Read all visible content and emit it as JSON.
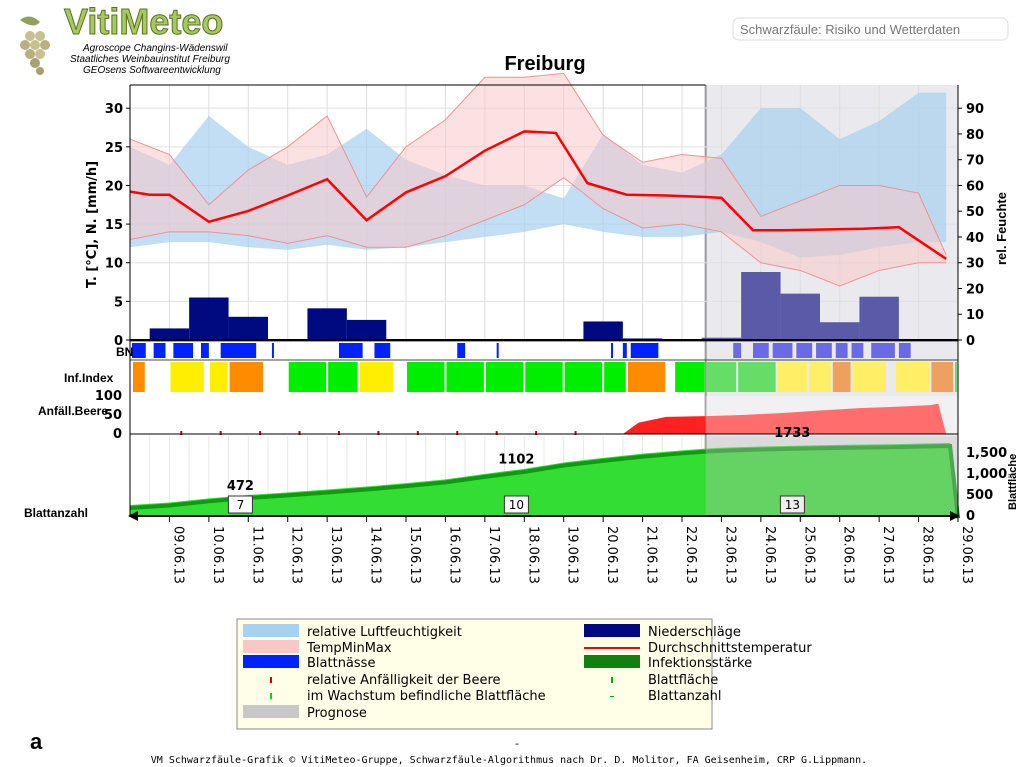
{
  "header": {
    "logo_text": "VitiMeteo",
    "org_lines": [
      "Agroscope Changins-Wädenswil",
      "Staatliches Weinbauinstitut Freiburg",
      "GEOsens Softwareentwicklung"
    ],
    "page_subtitle": "Schwarzfäule: Risiko und Wetterdaten",
    "location_title": "Freiburg"
  },
  "panel_labels": {
    "bn": "BN",
    "inf_index": "Inf.Index",
    "anfall_beere": "Anfäll.Beere",
    "blattanzahl": "Blattanzahl",
    "left_axis_title": "T. [°C], N. [mm/h]",
    "right_axis_title": "rel. Feuchte",
    "blattflaeche_axis_title": "Blattfläche"
  },
  "legend": [
    {
      "label": "relative Luftfeuchtigkeit",
      "swatch": "band",
      "color": "#a8d0f0"
    },
    {
      "label": "Niederschläge",
      "swatch": "band",
      "color": "#000a80"
    },
    {
      "label": "TempMinMax",
      "swatch": "band",
      "color": "#f8c8c8"
    },
    {
      "label": "Durchschnittstemperatur",
      "swatch": "line",
      "color": "#ff0000"
    },
    {
      "label": "Blattnässe",
      "swatch": "band",
      "color": "#0022ff"
    },
    {
      "label": "Infektionsstärke",
      "swatch": "band",
      "color": "#108010"
    },
    {
      "label": "relative Anfälligkeit der Beere",
      "swatch": "tick",
      "color": "#cc0000"
    },
    {
      "label": "Blattfläche",
      "swatch": "tick",
      "color": "#00aa00"
    },
    {
      "label": "im Wachstum befindliche Blattfläche",
      "swatch": "tick",
      "color": "#00dd00"
    },
    {
      "label": "Blattanzahl",
      "swatch": "dash",
      "color": "#00aa00"
    },
    {
      "label": "Prognose",
      "swatch": "band",
      "color": "#c8c8c8"
    }
  ],
  "figure_letter": "a",
  "minus_mark": "-",
  "footer": "VM Schwarzfäule-Grafik © VitiMeteo-Gruppe, Schwarzfäule-Algorithmus nach Dr. D. Molitor, FA Geisenheim, CRP G.Lippmann.",
  "chart_data": {
    "type": "line",
    "title": "Freiburg",
    "x_dates": [
      "09.06.13",
      "10.06.13",
      "11.06.13",
      "12.06.13",
      "13.06.13",
      "14.06.13",
      "15.06.13",
      "16.06.13",
      "17.06.13",
      "18.06.13",
      "19.06.13",
      "20.06.13",
      "21.06.13",
      "22.06.13",
      "23.06.13",
      "24.06.13",
      "25.06.13",
      "26.06.13",
      "27.06.13",
      "28.06.13",
      "29.06.13"
    ],
    "x_range": [
      8.0,
      29.0
    ],
    "forecast_start": 22.6,
    "left_axis": {
      "label": "T. [°C], N. [mm/h]",
      "ylim": [
        0,
        33
      ],
      "ticks": [
        0,
        5,
        10,
        15,
        20,
        25,
        30
      ]
    },
    "right_axis": {
      "label": "rel. Feuchte",
      "ylim": [
        0,
        99
      ],
      "ticks": [
        0,
        10,
        20,
        30,
        40,
        50,
        60,
        70,
        80,
        90
      ]
    },
    "series": [
      {
        "name": "Durchschnittstemperatur",
        "x": [
          8.0,
          8.5,
          9.0,
          10.0,
          11.0,
          12.0,
          13.0,
          14.0,
          15.0,
          16.0,
          17.0,
          18.0,
          18.8,
          19.6,
          20.6,
          21.6,
          22.6,
          23.0,
          23.8,
          24.6,
          25.6,
          26.6,
          27.5,
          28.7
        ],
        "y": [
          19.2,
          18.8,
          18.8,
          15.3,
          16.7,
          18.7,
          20.8,
          15.5,
          19.1,
          21.2,
          24.5,
          27.0,
          26.8,
          20.3,
          18.8,
          18.7,
          18.5,
          18.4,
          14.2,
          14.2,
          14.3,
          14.4,
          14.6,
          10.5
        ]
      },
      {
        "name": "TempMinMax",
        "x": [
          8.0,
          9.0,
          10.0,
          11.0,
          12.0,
          13.0,
          14.0,
          15.0,
          16.0,
          17.0,
          18.0,
          19.0,
          20.0,
          21.0,
          22.0,
          23.0,
          24.0,
          25.0,
          26.0,
          27.0,
          28.0,
          28.7
        ],
        "y_max": [
          26.0,
          24.0,
          17.5,
          22.0,
          25.0,
          29.0,
          18.5,
          25.0,
          28.5,
          34.0,
          34.0,
          34.5,
          26.5,
          23.0,
          24.0,
          23.5,
          16.0,
          18.0,
          20.0,
          20.0,
          19.0,
          11.0
        ],
        "y_min": [
          13.0,
          14.0,
          14.0,
          13.5,
          12.5,
          13.5,
          12.0,
          12.0,
          13.5,
          15.5,
          17.5,
          21.0,
          17.0,
          14.5,
          15.0,
          14.0,
          10.0,
          9.0,
          7.0,
          9.0,
          10.0,
          10.0
        ]
      },
      {
        "name": "relative Luftfeuchtigkeit",
        "x": [
          8.0,
          9.0,
          10.0,
          11.0,
          12.0,
          13.0,
          14.0,
          15.0,
          16.0,
          17.0,
          18.0,
          19.0,
          20.0,
          21.0,
          22.0,
          23.0,
          24.0,
          25.0,
          26.0,
          27.0,
          28.0,
          28.7
        ],
        "y_upper": [
          75,
          68,
          87,
          75,
          68,
          72,
          82,
          70,
          64,
          60,
          60,
          55,
          80,
          68,
          65,
          72,
          90,
          90,
          78,
          85,
          96,
          96
        ],
        "y_lower": [
          36,
          38,
          38,
          36,
          35,
          37,
          35,
          36,
          38,
          40,
          42,
          45,
          42,
          40,
          40,
          42,
          38,
          32,
          33,
          36,
          38,
          38
        ]
      },
      {
        "name": "Niederschläge",
        "bars": [
          [
            8.5,
            9.5,
            1.5
          ],
          [
            9.5,
            10.5,
            5.5
          ],
          [
            10.5,
            11.5,
            3.0
          ],
          [
            12.5,
            13.5,
            4.1
          ],
          [
            13.5,
            14.5,
            2.6
          ],
          [
            19.5,
            20.5,
            2.4
          ],
          [
            20.5,
            21.5,
            0.2
          ],
          [
            22.5,
            23.5,
            0.3
          ],
          [
            23.5,
            24.5,
            8.8
          ],
          [
            24.5,
            25.5,
            6.0
          ],
          [
            25.5,
            26.5,
            2.3
          ],
          [
            26.5,
            27.5,
            5.6
          ]
        ]
      },
      {
        "name": "Blattnässe",
        "intervals": [
          [
            8.05,
            8.4
          ],
          [
            8.6,
            8.9
          ],
          [
            9.1,
            9.6
          ],
          [
            9.8,
            10.0
          ],
          [
            10.3,
            11.2
          ],
          [
            11.6,
            11.65
          ],
          [
            13.3,
            13.9
          ],
          [
            14.2,
            14.6
          ],
          [
            16.3,
            16.5
          ],
          [
            17.3,
            17.35
          ],
          [
            20.2,
            20.25
          ],
          [
            20.5,
            20.6
          ],
          [
            20.7,
            21.4
          ],
          [
            23.3,
            23.5
          ],
          [
            23.8,
            24.2
          ],
          [
            24.3,
            24.8
          ],
          [
            24.9,
            25.3
          ],
          [
            25.4,
            25.8
          ],
          [
            25.9,
            26.2
          ],
          [
            26.3,
            26.6
          ],
          [
            26.8,
            27.4
          ],
          [
            27.5,
            27.8
          ]
        ]
      },
      {
        "name": "Inf.Index",
        "intervals": [
          [
            8.05,
            8.4,
            "#ff8c00"
          ],
          [
            9.0,
            9.9,
            "#ffee00"
          ],
          [
            10.0,
            10.5,
            "#ffee00"
          ],
          [
            10.5,
            11.4,
            "#ff8c00"
          ],
          [
            12.0,
            13.0,
            "#00ee00"
          ],
          [
            13.0,
            13.8,
            "#00ee00"
          ],
          [
            13.8,
            14.7,
            "#ffee00"
          ],
          [
            15.0,
            16.0,
            "#00ee00"
          ],
          [
            16.0,
            17.0,
            "#00ee00"
          ],
          [
            17.0,
            18.0,
            "#00ee00"
          ],
          [
            18.0,
            19.0,
            "#00ee00"
          ],
          [
            19.0,
            20.0,
            "#00ee00"
          ],
          [
            20.0,
            20.6,
            "#00ee00"
          ],
          [
            20.6,
            21.6,
            "#ff8c00"
          ],
          [
            21.8,
            22.6,
            "#00ee00"
          ],
          [
            22.6,
            23.4,
            "#66dd66"
          ],
          [
            23.4,
            24.4,
            "#66dd66"
          ],
          [
            24.4,
            25.2,
            "#ffee66"
          ],
          [
            25.2,
            25.8,
            "#ffee66"
          ],
          [
            25.8,
            26.3,
            "#eea060"
          ],
          [
            26.3,
            27.2,
            "#ffee66"
          ],
          [
            27.4,
            28.3,
            "#ffee66"
          ],
          [
            28.3,
            28.9,
            "#eea060"
          ],
          [
            28.9,
            29.0,
            "#66dd66"
          ]
        ]
      },
      {
        "name": "relative Anfälligkeit der Beere",
        "ylim": [
          0,
          100
        ],
        "ticks": [
          0,
          50,
          100
        ],
        "x": [
          20.5,
          20.9,
          21.6,
          22.6,
          23.5,
          24.5,
          25.5,
          26.5,
          27.5,
          28.3,
          28.5,
          28.7
        ],
        "y": [
          0,
          30,
          45,
          47,
          50,
          55,
          62,
          68,
          72,
          76,
          80,
          0
        ],
        "markers_x": [
          9.3,
          10.3,
          11.3,
          12.3,
          13.3,
          14.3,
          15.3,
          16.3,
          17.3,
          18.3,
          19.3
        ]
      },
      {
        "name": "Blattfläche",
        "ylim": [
          0,
          1900
        ],
        "ticks": [
          0,
          500,
          1000,
          1500
        ],
        "x": [
          8.0,
          9.0,
          10.0,
          11.0,
          12.0,
          13.0,
          14.0,
          15.0,
          16.0,
          17.0,
          18.0,
          19.0,
          20.0,
          21.0,
          22.0,
          22.6,
          23.0,
          24.0,
          25.0,
          26.0,
          27.0,
          28.0,
          28.8,
          29.0
        ],
        "y": [
          260,
          320,
          420,
          500,
          560,
          630,
          700,
          780,
          870,
          1000,
          1120,
          1270,
          1380,
          1480,
          1560,
          1600,
          1620,
          1650,
          1670,
          1690,
          1700,
          1720,
          1733,
          20
        ]
      },
      {
        "name": "Blattanzahl",
        "labels": [
          {
            "x": 10.8,
            "value": "7"
          },
          {
            "x": 17.8,
            "value": "10"
          },
          {
            "x": 24.8,
            "value": "13"
          }
        ]
      }
    ],
    "annotations": [
      {
        "x": 10.8,
        "y_area": 472,
        "text": "472"
      },
      {
        "x": 17.8,
        "y_area": 1102,
        "text": "1102"
      },
      {
        "x": 24.8,
        "y_area": 1733,
        "text": "1733"
      }
    ]
  }
}
